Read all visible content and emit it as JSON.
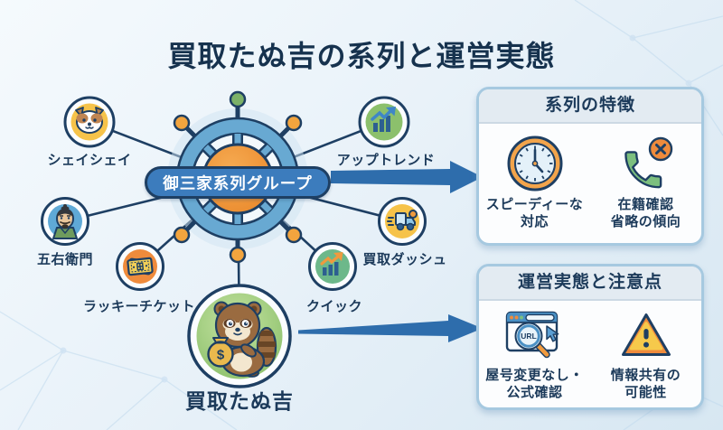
{
  "title": "買取たぬ吉の系列と運営実態",
  "hub": {
    "label": "御三家系列グループ"
  },
  "satellites": [
    {
      "label": "シェイシェイ",
      "icon": "dog-face-icon"
    },
    {
      "label": "アップトレンド",
      "icon": "chart-up-blue-icon"
    },
    {
      "label": "五右衛門",
      "icon": "samurai-icon"
    },
    {
      "label": "買取ダッシュ",
      "icon": "delivery-truck-icon"
    },
    {
      "label": "ラッキーチケット",
      "icon": "ticket-icon"
    },
    {
      "label": "クイック",
      "icon": "chart-up-orange-icon"
    },
    {
      "label": "買取たぬ吉",
      "icon": "tanuki-money-bag-icon",
      "bag_symbol": "$"
    }
  ],
  "panels": [
    {
      "title": "系列の特徴",
      "items": [
        {
          "icon": "clock-icon",
          "text": "スピーディーな\n対応"
        },
        {
          "icon": "phone-declined-icon",
          "text": "在籍確認\n省略の傾向"
        }
      ]
    },
    {
      "title": "運営実態と注意点",
      "items": [
        {
          "icon": "url-search-icon",
          "icon_text": "URL",
          "text": "屋号変更なし・\n公式確認"
        },
        {
          "icon": "warning-triangle-icon",
          "text": "情報共有の\n可能性"
        }
      ]
    }
  ],
  "colors": {
    "navy_outline": "#1e3f63",
    "title_navy": "#16324e",
    "arrow_blue": "#2e6dac",
    "pill_blue": "#3c7cbd",
    "wheel_blue": "#68a9d2",
    "center_orange": "#f0963e",
    "gold": "#f6c34a",
    "orange": "#ef8b3c",
    "green": "#8cc06c",
    "panel_border": "#a6c9e0",
    "background": "#e9f2f9"
  }
}
